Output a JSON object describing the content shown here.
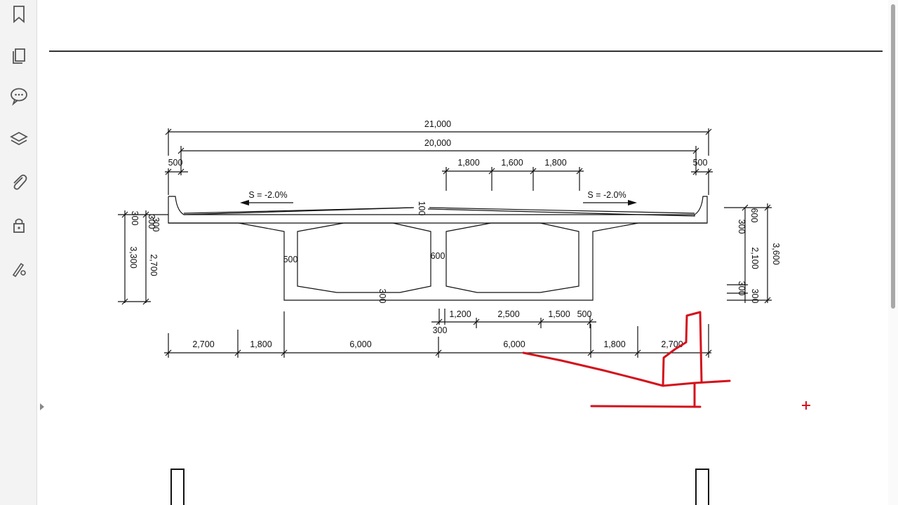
{
  "sidebar": {
    "icons": [
      "bookmark-icon",
      "pages-icon",
      "comment-icon",
      "layers-icon",
      "attachment-icon",
      "lock-icon",
      "signature-icon"
    ]
  },
  "drawing": {
    "overall_dims": {
      "top_21000": "21,000",
      "top_20000": "20,000",
      "left_edge": "500",
      "right_edge": "500",
      "lane_1": "1,800",
      "lane_2": "1,600",
      "lane_3": "1,800"
    },
    "slopes": {
      "left": "S = -2.0%",
      "right": "S = -2.0%"
    },
    "section_dims": {
      "center_100": "100",
      "web_500": "500",
      "web_600": "600",
      "bottom_300": "300",
      "left_300a": "300",
      "left_300b": "300",
      "left_300c": "300",
      "left_3300": "3,300",
      "left_2700": "2,700",
      "right_600": "600",
      "right_300a": "300",
      "right_2100": "2,100",
      "right_3600": "3,600",
      "right_300b": "300",
      "right_300c": "300"
    },
    "bottom_dims": {
      "b_1200": "1,200",
      "b_2500": "2,500",
      "b_1500": "1,500",
      "b_500": "500",
      "b_300": "300",
      "seg_2700_left": "2,700",
      "seg_1800_left": "1,800",
      "seg_6000_left": "6,000",
      "seg_6000_right": "6,000",
      "seg_1800_right": "1,800",
      "seg_2700_right": "2,700"
    }
  },
  "colors": {
    "markup_red": "#d4111b",
    "line": "#111111",
    "sidebar_bg": "#f3f3f3"
  }
}
